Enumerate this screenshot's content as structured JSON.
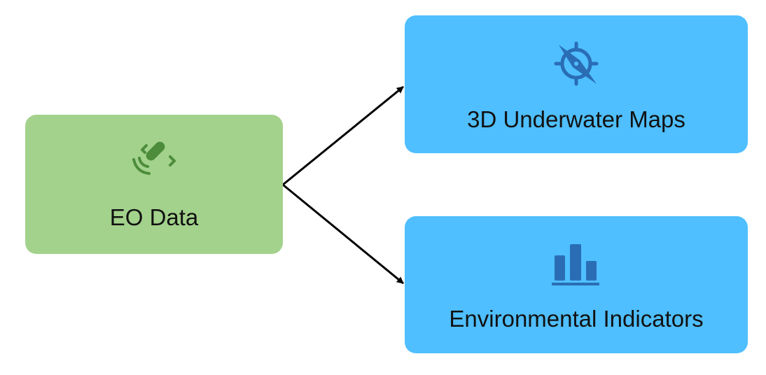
{
  "colors": {
    "source_fill": "#a3d28c",
    "source_icon": "#4c8c3a",
    "target_fill": "#4fbfff",
    "target_icon": "#2a6db5",
    "arrow": "#000000"
  },
  "nodes": {
    "source": {
      "label": "EO Data",
      "icon": "satellite-icon"
    },
    "maps": {
      "label": "3D Underwater Maps",
      "icon": "compass-icon"
    },
    "indicators": {
      "label": "Environmental Indicators",
      "icon": "bar-chart-icon"
    }
  },
  "edges": [
    {
      "from": "EO Data",
      "to": "3D Underwater Maps"
    },
    {
      "from": "EO Data",
      "to": "Environmental Indicators"
    }
  ]
}
